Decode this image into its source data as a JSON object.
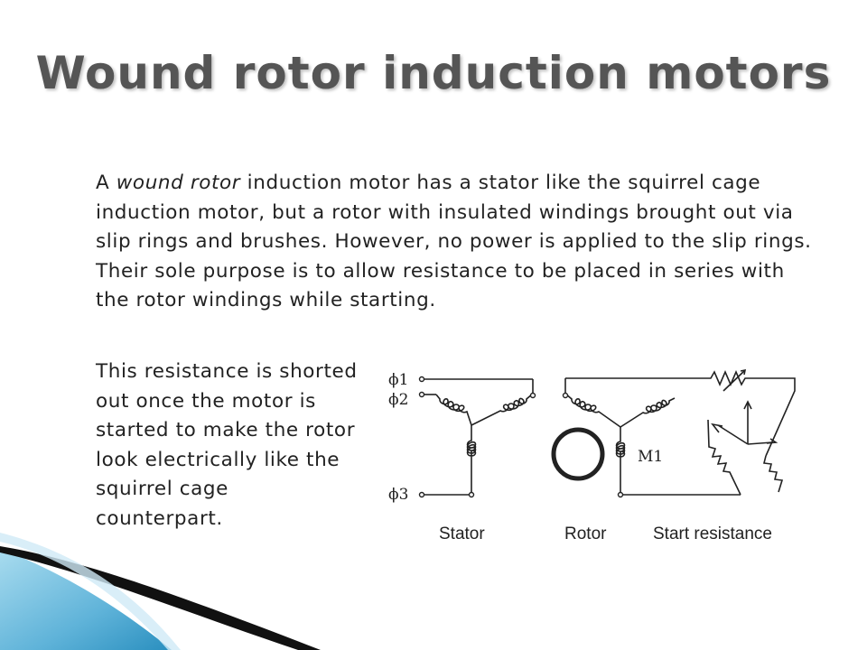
{
  "slide": {
    "title": "Wound rotor induction motors",
    "paragraph1": {
      "lead": "A ",
      "emphasis": "wound rotor",
      "rest": " induction motor has a stator like the squirrel cage induction motor, but a rotor with insulated windings brought out via slip rings and brushes. However, no power is applied to the slip rings. Their sole purpose is to allow resistance to be placed in series with the rotor windings while starting."
    },
    "paragraph2": "This resistance is shorted out once the motor is started to make the rotor look electrically like the squirrel cage counterpart."
  },
  "diagram": {
    "phase_labels": [
      "ϕ1",
      "ϕ2",
      "ϕ3"
    ],
    "rotor_label": "M1",
    "captions": {
      "stator": "Stator",
      "rotor": "Rotor",
      "start_resistance": "Start resistance"
    }
  },
  "colors": {
    "title": "#555555",
    "text": "#222222",
    "swoosh_light": "#8ecde6",
    "swoosh_dark": "#2a8fbf"
  }
}
